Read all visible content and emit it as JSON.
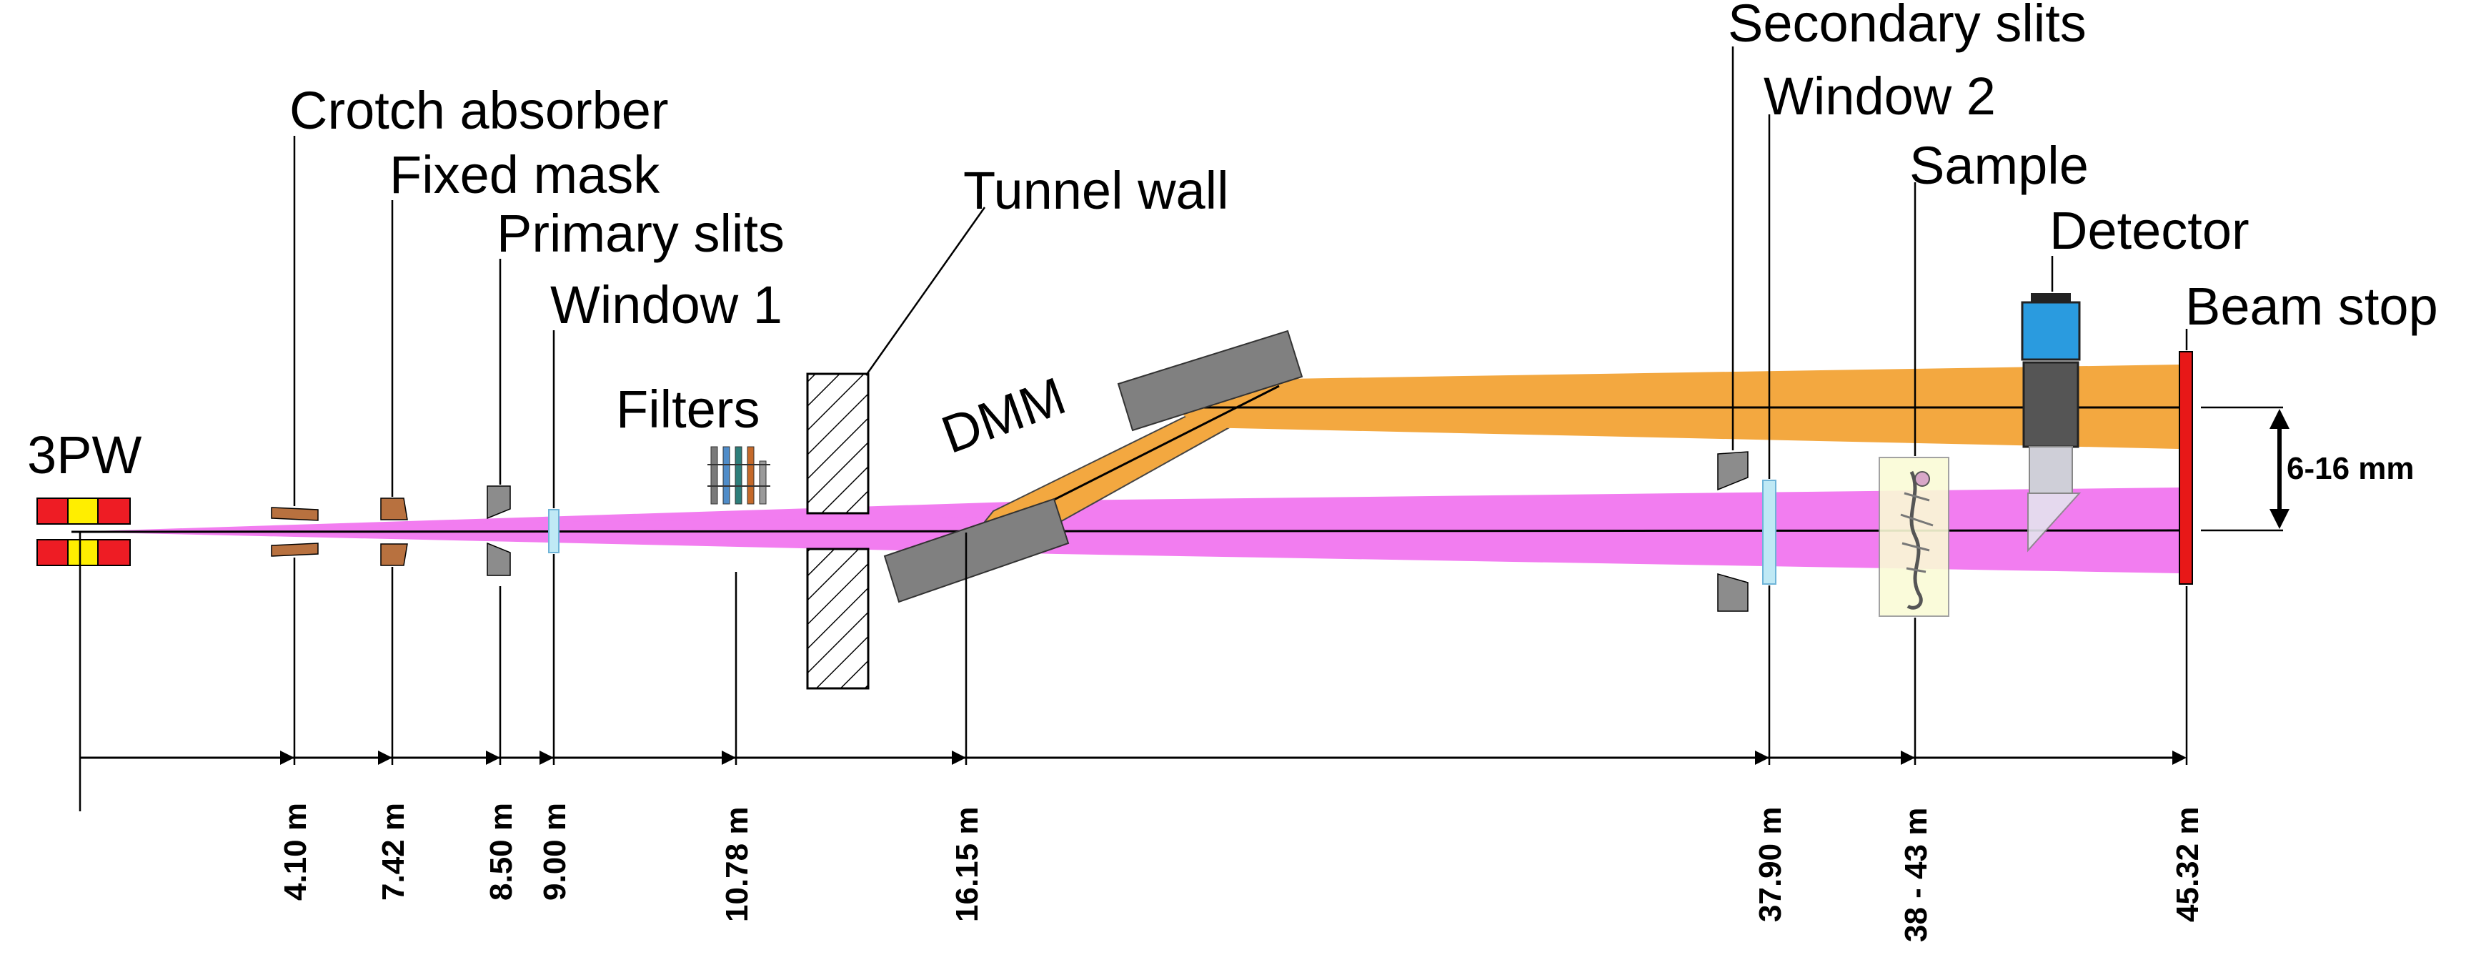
{
  "labels": {
    "source": "3PW",
    "crotch_absorber": "Crotch absorber",
    "fixed_mask": "Fixed mask",
    "primary_slits": "Primary slits",
    "window_1": "Window 1",
    "filters": "Filters",
    "tunnel_wall": "Tunnel wall",
    "dmm": "DMM",
    "secondary_slits": "Secondary slits",
    "window_2": "Window 2",
    "sample": "Sample",
    "detector": "Detector",
    "beam_stop": "Beam stop",
    "beam_offset": "6-16 mm"
  },
  "distances": [
    {
      "id": "crotch",
      "label": "4.10 m"
    },
    {
      "id": "mask",
      "label": "7.42 m"
    },
    {
      "id": "slits",
      "label": "8.50 m"
    },
    {
      "id": "window1",
      "label": "9.00 m"
    },
    {
      "id": "filters",
      "label": "10.78 m"
    },
    {
      "id": "dmm",
      "label": "16.15 m"
    },
    {
      "id": "window2",
      "label": "37.90 m"
    },
    {
      "id": "sample",
      "label": "38 - 43 m"
    },
    {
      "id": "beamstop",
      "label": "45.32 m"
    }
  ],
  "colors": {
    "mono_beam": "#f3a840",
    "white_beam": "#f27df0",
    "source_red": "#ee1c24",
    "source_yellow": "#ffee00",
    "copper": "#b8713f",
    "slit_gray": "#8c8c8c",
    "dmm_gray": "#808080",
    "window_cyan": "#bfe9f5",
    "detector_blue": "#2a9bdf",
    "detector_body": "#555555",
    "beam_stop": "#e81818",
    "sample_bg": "#fafbd6",
    "filter_colors": [
      "#7a7a7a",
      "#4f8cc9",
      "#2e7e7a",
      "#c4692a",
      "#9a9a9a"
    ]
  }
}
